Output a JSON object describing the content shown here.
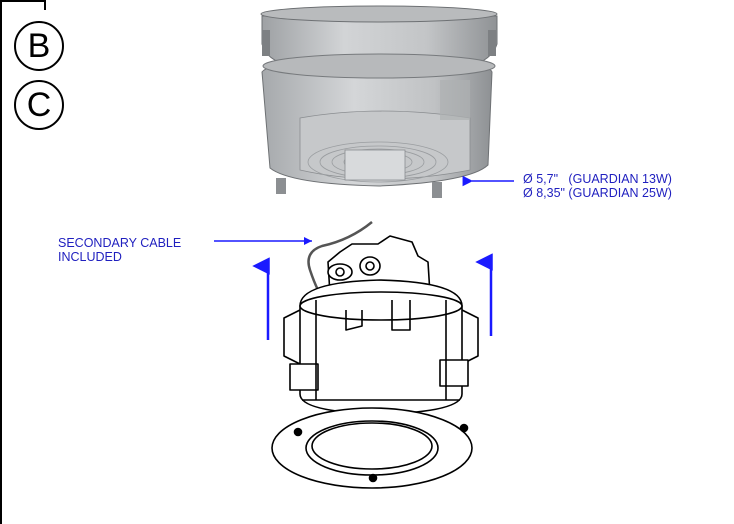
{
  "diagram": {
    "labels": {
      "badge_b": "B",
      "badge_c": "C"
    },
    "dimension_note": {
      "line1": "Ø 5,7\"   (GUARDIAN 13W)",
      "line2": "Ø 8,35\" (GUARDIAN 25W)"
    },
    "cable_note": {
      "line1": "SECONDARY CABLE",
      "line2": "INCLUDED"
    },
    "colors": {
      "annotation": "#1f1fbf",
      "arrow": "#1a1aff",
      "housing": "#c9cbcd",
      "outline": "#000000"
    }
  }
}
